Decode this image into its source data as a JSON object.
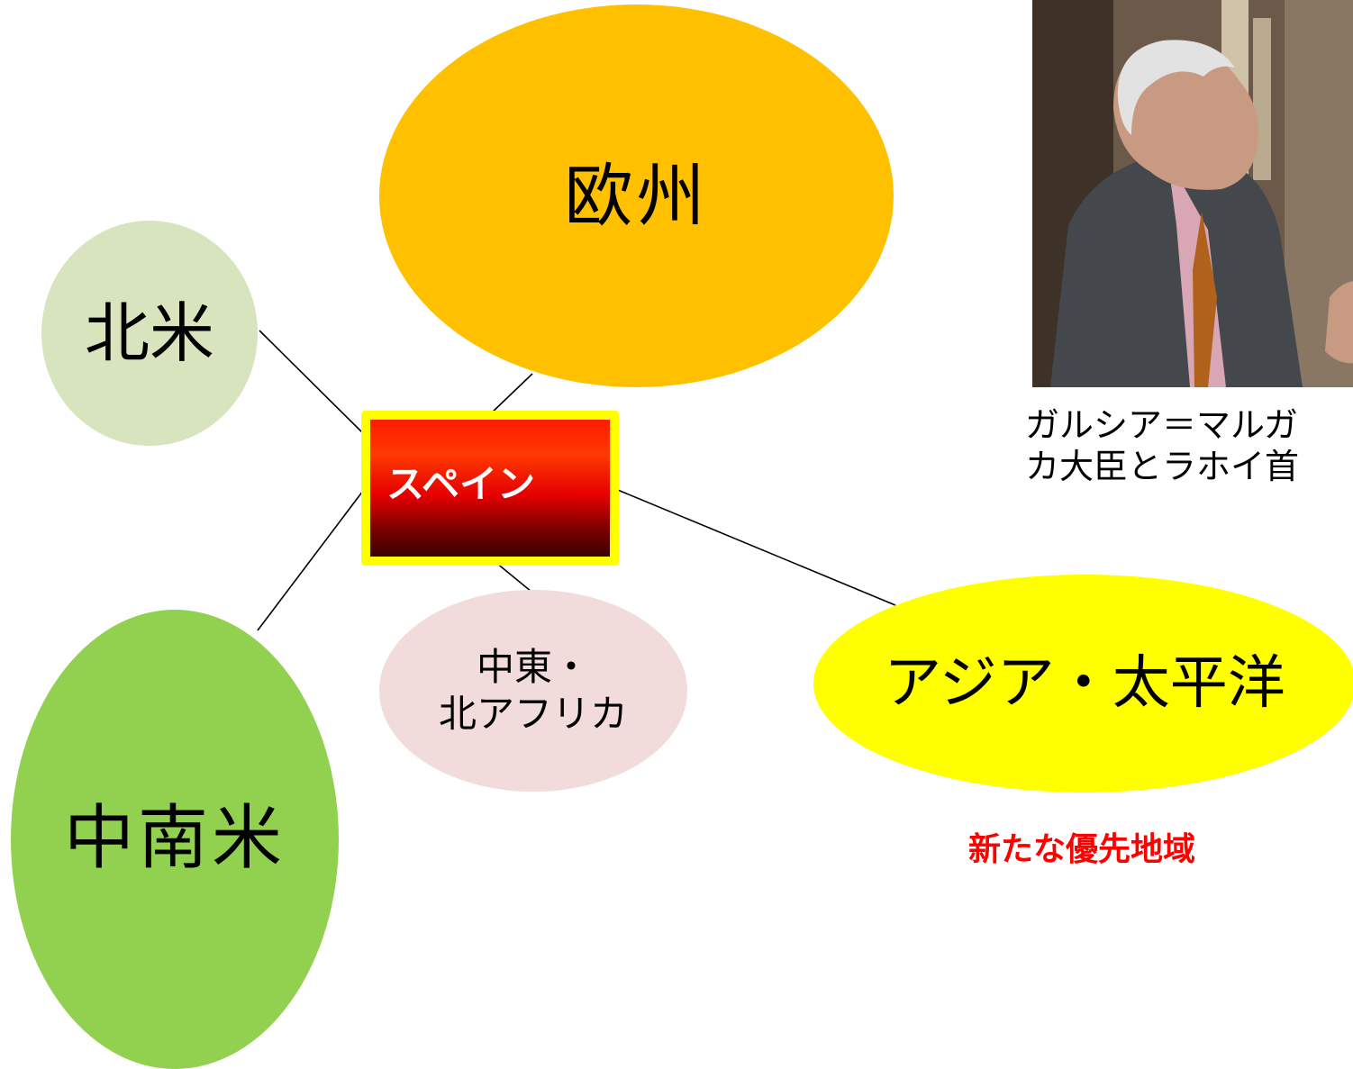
{
  "center": {
    "label": "スペイン",
    "border_color": "#ffff00",
    "fill_top_color": "#ff1a00",
    "fill_bottom_color": "#3a0000"
  },
  "regions": {
    "europe": {
      "label": "欧州",
      "color": "#ffc000"
    },
    "north_america": {
      "label": "北米",
      "color": "#d7e4bd"
    },
    "latin_america": {
      "label": "中南米",
      "color": "#92d050"
    },
    "mena": {
      "line1": "中東・",
      "line2": "北アフリカ",
      "color": "#f2dcdb"
    },
    "asia_pacific": {
      "label": "アジア・太平洋",
      "color": "#ffff00"
    }
  },
  "photo": {
    "caption_line1": "ガルシア＝マルガ",
    "caption_line2": "カ大臣とラホイ首"
  },
  "annotation": {
    "priority_note": "新たな優先地域",
    "color": "#ff0000"
  }
}
